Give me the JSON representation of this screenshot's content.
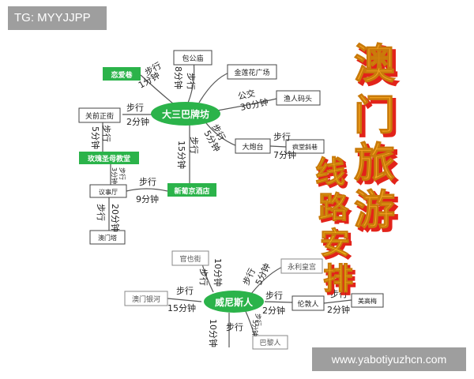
{
  "watermark_top": "TG: MYYJJPP",
  "watermark_bottom": "www.yabotiyuzhcn.com",
  "title": {
    "main": [
      "澳",
      "门",
      "旅",
      "游"
    ],
    "sub": [
      "线",
      "路",
      "安",
      "排"
    ]
  },
  "colors": {
    "hub_green": "#2bb34a",
    "line": "#555555",
    "box_border": "#444444",
    "title_fill": "#f5a623",
    "title_shadow": "#e2231a",
    "sub_fill": "#f7c21c"
  },
  "nodes": {
    "n_dasanba": "大三巴牌坊",
    "n_weinisi": "威尼斯人",
    "n_lianai": "恋爱巷",
    "n_baogong": "包公庙",
    "n_jinlian": "金莲花广场",
    "n_yuren": "渔人码头",
    "n_guanqian": "关前正街",
    "n_dapaotai": "大炮台",
    "n_fengtang": "疯堂斜巷",
    "n_meigui": "玫瑰圣母教堂",
    "n_yishiting": "议事厅",
    "n_xinpujing": "新葡京酒店",
    "n_aomenta": "澳门塔",
    "n_guanyejie": "官也街",
    "n_yonglihuang": "永利皇宫",
    "n_aomenyinhe": "澳门银河",
    "n_lundunren": "伦敦人",
    "n_meigaomei": "美高梅",
    "n_bali": "巴黎人"
  },
  "edges": {
    "e_lianai_mode": "步行",
    "e_lianai_time": "1分钟",
    "e_baogong_mode": "步行",
    "e_baogong_time": "8分钟",
    "e_yuren_mode": "公交",
    "e_yuren_time": "30分钟",
    "e_guanqian_mode": "步行",
    "e_guanqian_time": "2分钟",
    "e_dapaotai_mode": "步行",
    "e_dapaotai_time": "5分钟",
    "e_fengtang_mode": "步行",
    "e_fengtang_time": "7分钟",
    "e_meigui_mode": "步行",
    "e_meigui_time": "5分钟",
    "e_xinpujing_mode": "步行",
    "e_xinpujing_time": "15分钟",
    "e_yishiting_time": "3分钟",
    "e_yishiting_mode": "步行",
    "e_pujing_yishiting_mode": "步行",
    "e_pujing_yishiting_time": "9分钟",
    "e_aomenta_mode": "步行",
    "e_aomenta_time": "20分钟",
    "e_guanye_mode": "步行",
    "e_guanye_time": "10分钟",
    "e_yongli_mode": "步行",
    "e_yongli_time": "5分钟",
    "e_yinhe_mode": "步行",
    "e_yinhe_time": "15分钟",
    "e_lundun_mode": "步行",
    "e_lundun_time": "2分钟",
    "e_meigaomei_mode": "步行",
    "e_meigaomei_time": "2分钟",
    "e_bali_mode": "步行",
    "e_bali_time": "5分钟",
    "e_down_mode": "步行",
    "e_down_time": "10分钟"
  }
}
